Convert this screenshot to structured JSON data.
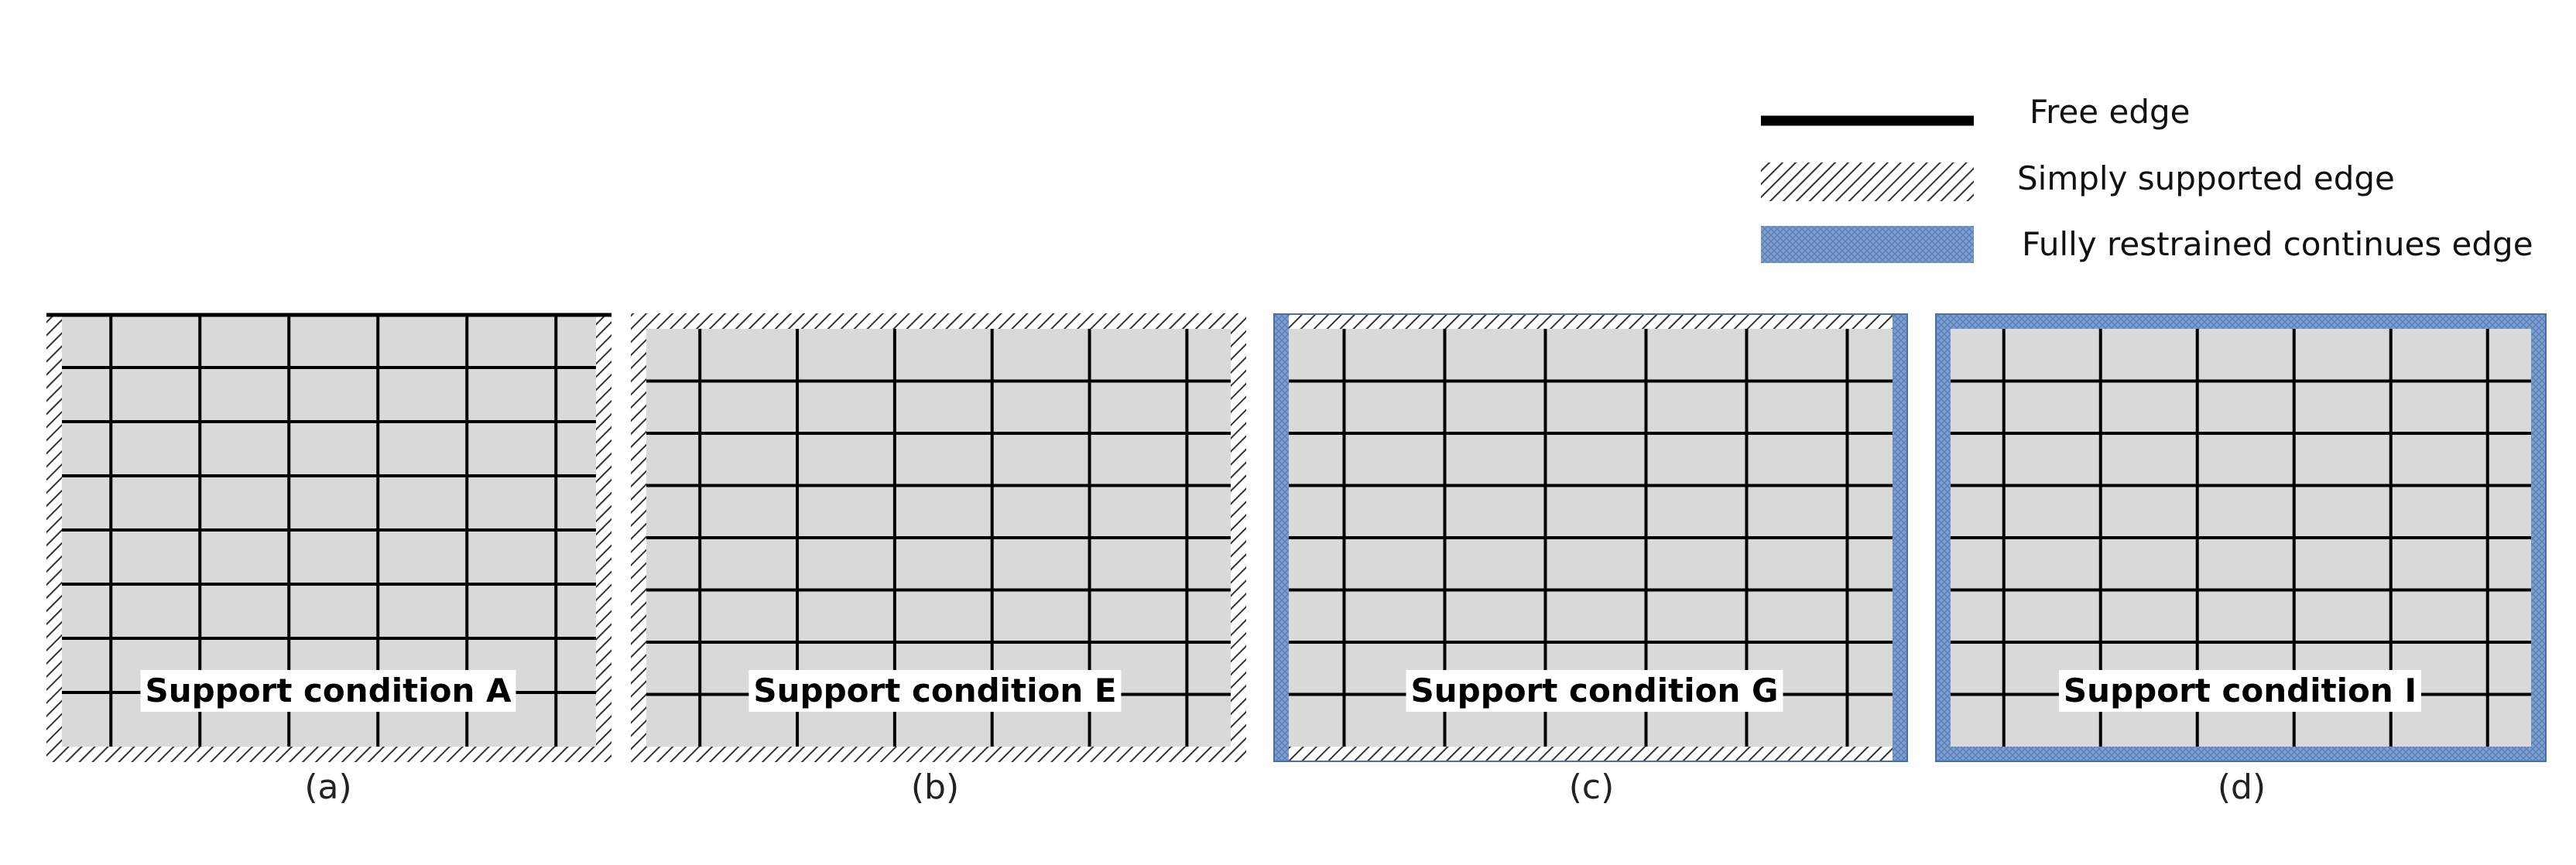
{
  "legend": [
    {
      "key": "free",
      "label": "Free edge"
    },
    {
      "key": "simple",
      "label": "Simply supported edge"
    },
    {
      "key": "fixed",
      "label": "Fully restrained continues edge"
    }
  ],
  "panels": [
    {
      "id": "a",
      "label": "Support condition A",
      "caption": "(a)",
      "edges": {
        "top": "free",
        "left": "simple",
        "right": "simple",
        "bottom": "simple"
      }
    },
    {
      "id": "b",
      "label": "Support condition E",
      "caption": "(b)",
      "edges": {
        "top": "simple",
        "left": "simple",
        "right": "simple",
        "bottom": "simple"
      }
    },
    {
      "id": "c",
      "label": "Support condition G",
      "caption": "(c)",
      "edges": {
        "top": "simple",
        "left": "fixed",
        "right": "fixed",
        "bottom": "simple"
      }
    },
    {
      "id": "d",
      "label": "Support condition I",
      "caption": "(d)",
      "edges": {
        "top": "fixed",
        "left": "fixed",
        "right": "fixed",
        "bottom": "fixed"
      }
    }
  ],
  "colors": {
    "brick_fill": "#d9d9d9",
    "mortar": "#000000",
    "restrained": "#7f9fd0",
    "hatch": "#333333"
  }
}
